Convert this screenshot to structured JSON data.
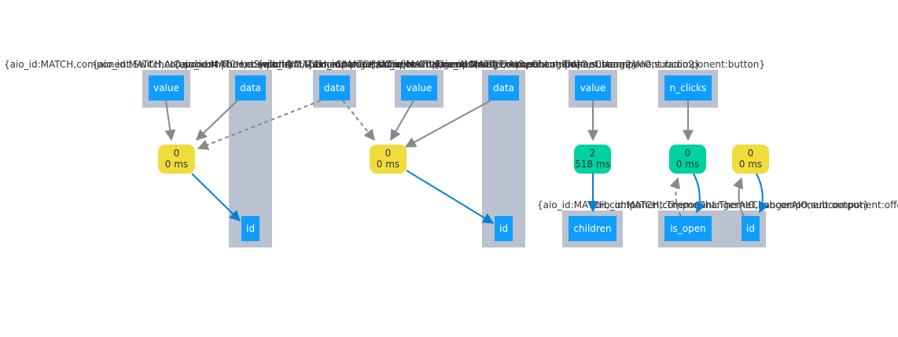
{
  "clusters": [
    {
      "id": "c1",
      "label": "{aio_id:MATCH,component:SwitchAIO,subcomponent:switch}"
    },
    {
      "id": "c2",
      "label": "{aio_id:MATCH,component:ThemeSwitchAIO,subcomponent:store}"
    },
    {
      "id": "c3",
      "label": "{aio_id:MATCH,component:ThemeChangerAIO,subcomponent:store}"
    },
    {
      "id": "c4",
      "label": "{aio_id:MATCH,component:ThemeChangerAIO,subcomponent:radio}"
    },
    {
      "id": "c5",
      "label": "{aio_id:MATCH,component:ThemeChangerAIO,subcomponent:store2}"
    },
    {
      "id": "c6",
      "label": "{aio_id:MATCH,component:ThemeChangerAIO,subcomponent:radio2}"
    },
    {
      "id": "c7",
      "label": "{aio_id:MATCH,component:ThemeChangerAIO,subcomponent:button}"
    },
    {
      "id": "c8",
      "label": "{aio_id:MATCH,component:ThemeChangerAIO,subcomponent:output}"
    },
    {
      "id": "c9",
      "label": "{aio_id:MATCH,component:ThemeChangerAIO,subcomponent:offcanvas}"
    }
  ],
  "props": {
    "p_value1": "value",
    "p_data1": "data",
    "p_id1": "id",
    "p_data2": "data",
    "p_value2": "value",
    "p_data3": "data",
    "p_id2": "id",
    "p_value3": "value",
    "p_children": "children",
    "p_nclicks": "n_clicks",
    "p_isopen": "is_open",
    "p_id3": "id"
  },
  "callbacks": {
    "cb1": {
      "count": "0",
      "time": "0 ms",
      "color": "#f0dc3c"
    },
    "cb2": {
      "count": "0",
      "time": "0 ms",
      "color": "#f0dc3c"
    },
    "cb3": {
      "count": "2",
      "time": "518 ms",
      "color": "#00d1a0"
    },
    "cb4": {
      "count": "0",
      "time": "0 ms",
      "color": "#00d1a0"
    },
    "cb5": {
      "count": "0",
      "time": "0 ms",
      "color": "#f0dc3c"
    }
  },
  "edges": [
    {
      "id": "e1",
      "from": "p_value1",
      "to": "cb1",
      "kind": "input"
    },
    {
      "id": "e2",
      "from": "p_data1",
      "to": "cb1",
      "kind": "input"
    },
    {
      "id": "e3",
      "from": "p_data2",
      "to": "cb1",
      "kind": "state"
    },
    {
      "id": "e4",
      "from": "cb1",
      "to": "p_id1",
      "kind": "output"
    },
    {
      "id": "e5",
      "from": "p_data2",
      "to": "cb2",
      "kind": "state"
    },
    {
      "id": "e6",
      "from": "p_value2",
      "to": "cb2",
      "kind": "input"
    },
    {
      "id": "e7",
      "from": "p_data3",
      "to": "cb2",
      "kind": "input"
    },
    {
      "id": "e8",
      "from": "cb2",
      "to": "p_id2",
      "kind": "output"
    },
    {
      "id": "e9",
      "from": "p_value3",
      "to": "cb3",
      "kind": "input"
    },
    {
      "id": "e10",
      "from": "cb3",
      "to": "p_children",
      "kind": "output"
    },
    {
      "id": "e11",
      "from": "p_nclicks",
      "to": "cb4",
      "kind": "input"
    },
    {
      "id": "e12",
      "from": "p_isopen",
      "to": "cb4",
      "kind": "state"
    },
    {
      "id": "e13",
      "from": "cb4",
      "to": "p_isopen",
      "kind": "output"
    },
    {
      "id": "e14",
      "from": "p_id3",
      "to": "cb5",
      "kind": "input"
    },
    {
      "id": "e15",
      "from": "cb5",
      "to": "p_id3",
      "kind": "output"
    }
  ]
}
